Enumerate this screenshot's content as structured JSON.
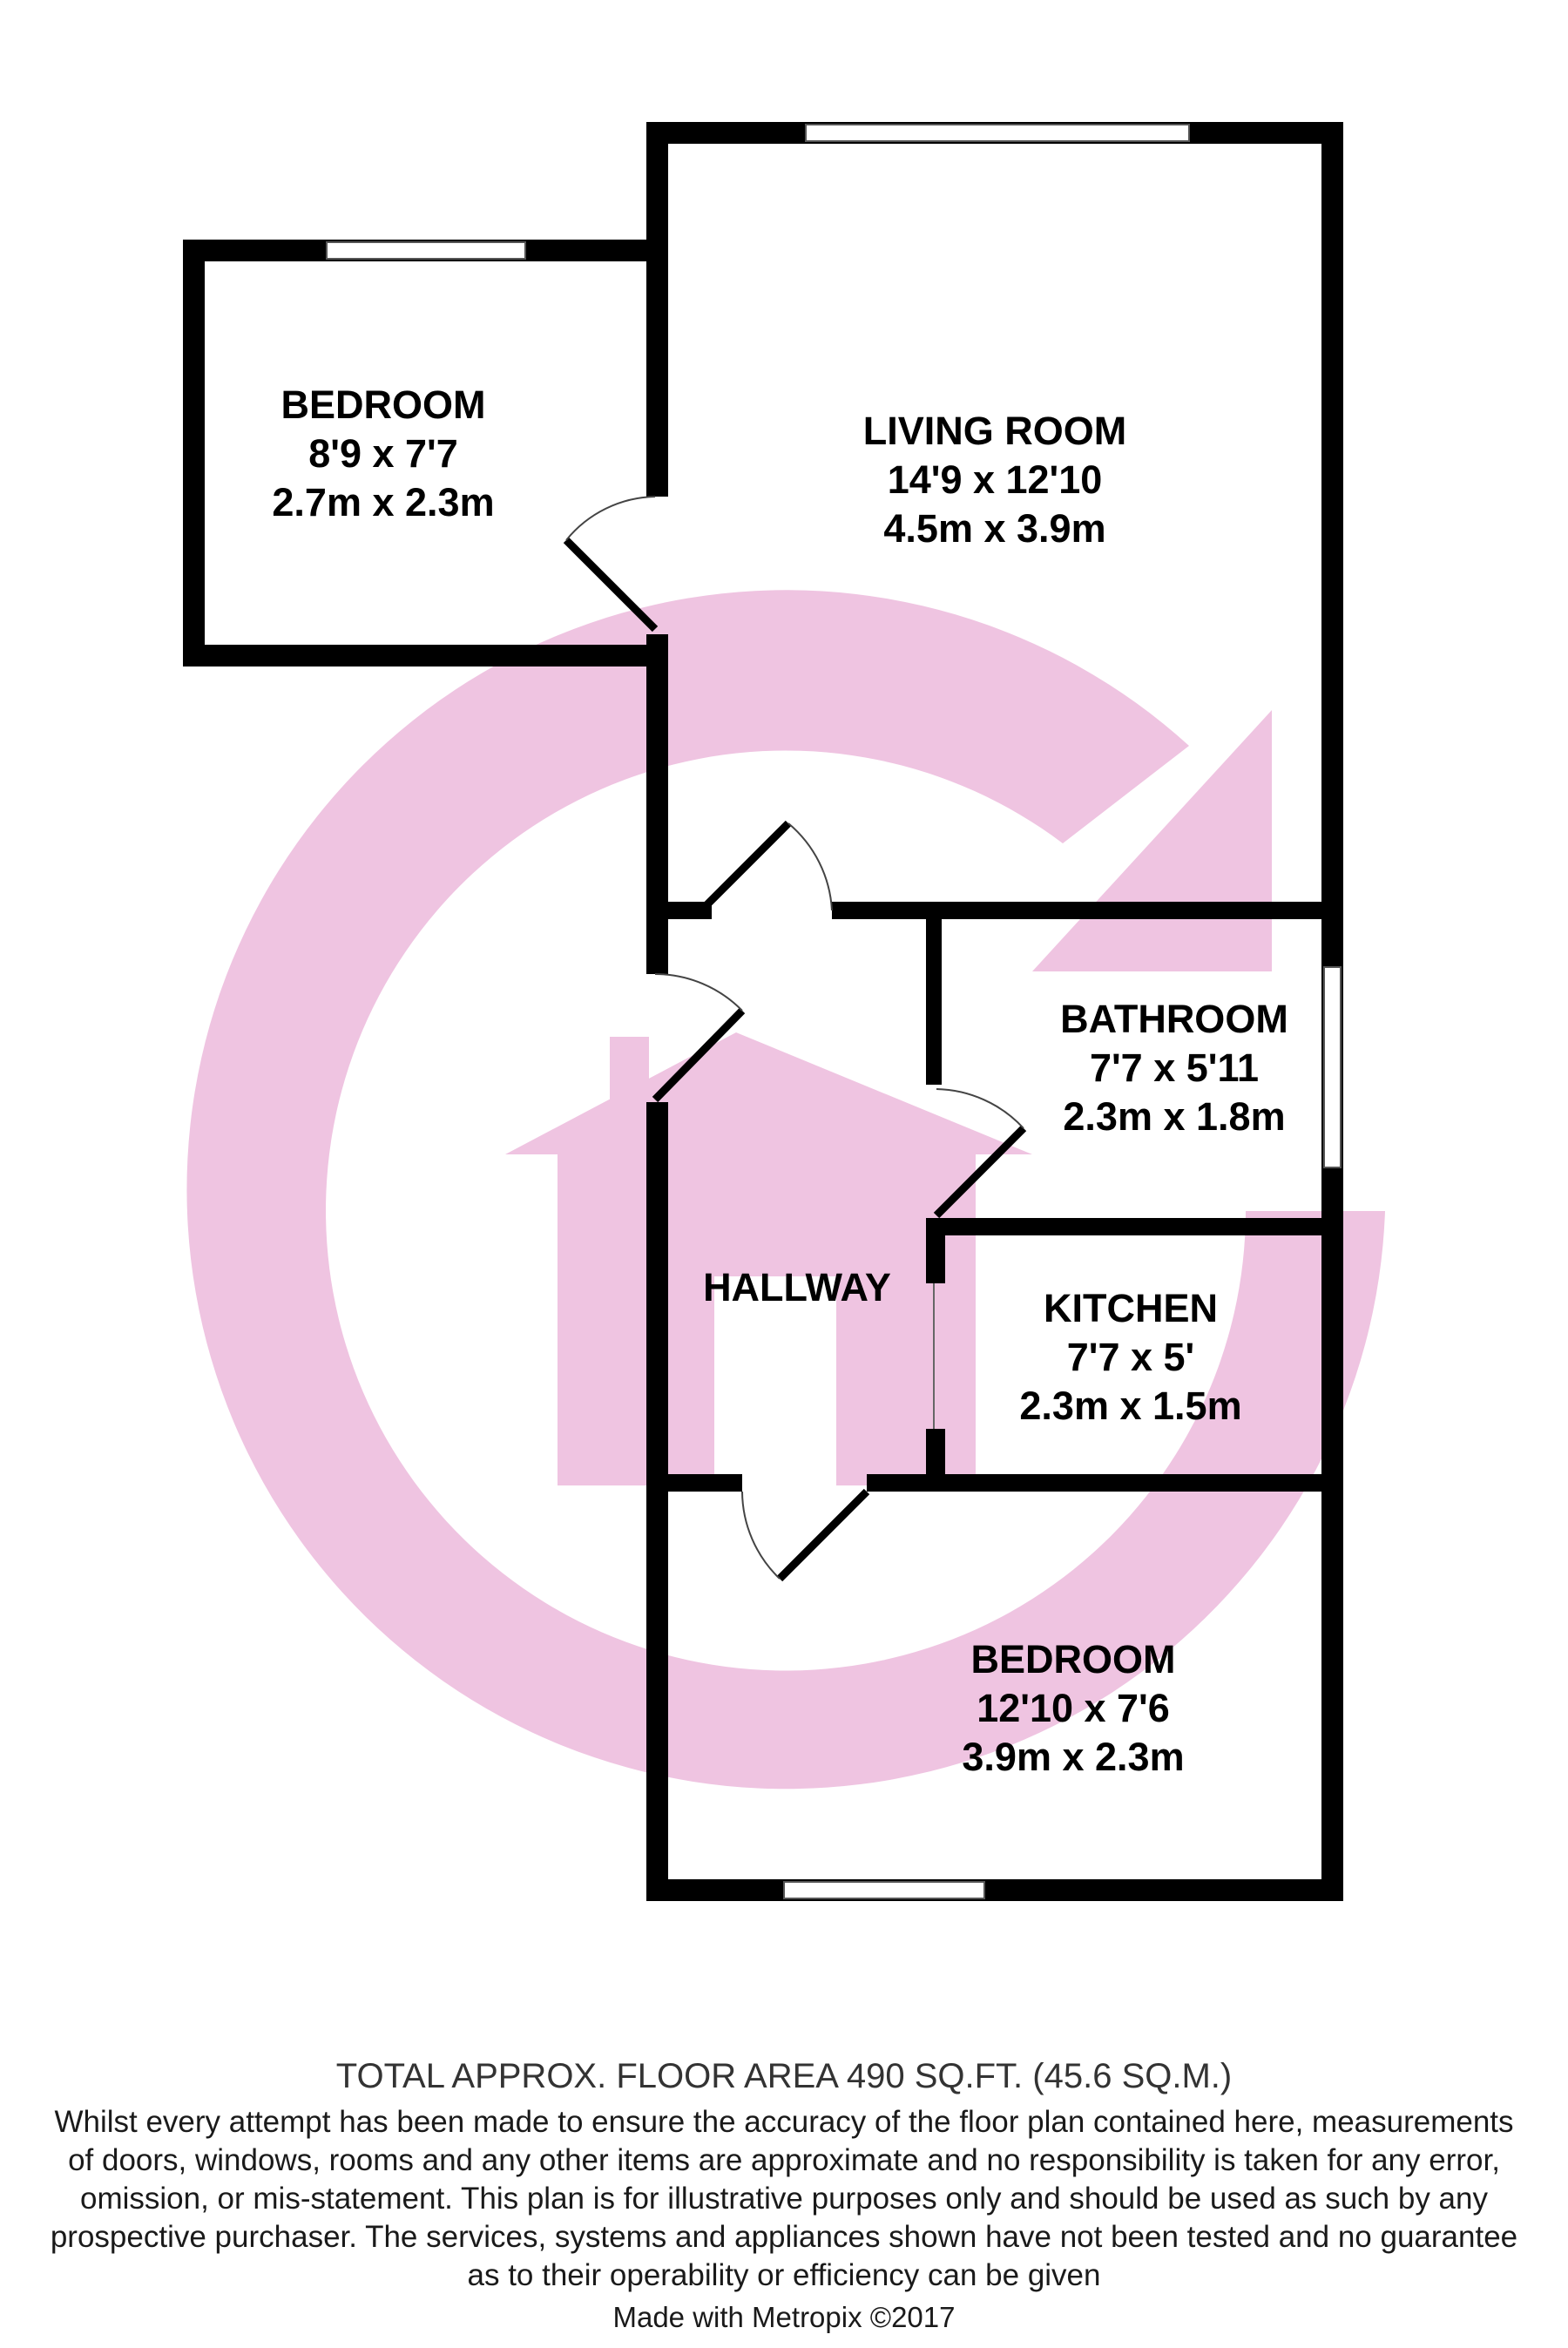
{
  "colors": {
    "wall": "#000000",
    "logo": "#efc4e1",
    "window": "#ffffff",
    "background": "#ffffff"
  },
  "rooms": {
    "bedroom1": {
      "name": "BEDROOM",
      "imperial": "8'9 x 7'7",
      "metric": "2.7m x 2.3m"
    },
    "living": {
      "name": "LIVING ROOM",
      "imperial": "14'9 x 12'10",
      "metric": "4.5m x 3.9m"
    },
    "bathroom": {
      "name": "BATHROOM",
      "imperial": "7'7 x 5'11",
      "metric": "2.3m x 1.8m"
    },
    "hallway": {
      "name": "HALLWAY"
    },
    "kitchen": {
      "name": "KITCHEN",
      "imperial": "7'7 x 5'",
      "metric": "2.3m x 1.5m"
    },
    "bedroom2": {
      "name": "BEDROOM",
      "imperial": "12'10 x 7'6",
      "metric": "3.9m x 2.3m"
    }
  },
  "footer": {
    "total_area": "TOTAL APPROX. FLOOR AREA 490 SQ.FT. (45.6 SQ.M.)",
    "disclaimer_lines": [
      "Whilst every attempt has been made to ensure the accuracy of the floor plan contained here, measurements",
      "of doors, windows, rooms and any other items are approximate and no responsibility is taken for any error,",
      "omission, or mis-statement. This plan is for illustrative purposes only and should be used as such by any",
      "prospective purchaser. The services, systems and appliances shown have not been tested and no guarantee",
      "as to their operability or efficiency can be given"
    ],
    "credit": "Made with Metropix ©2017"
  }
}
